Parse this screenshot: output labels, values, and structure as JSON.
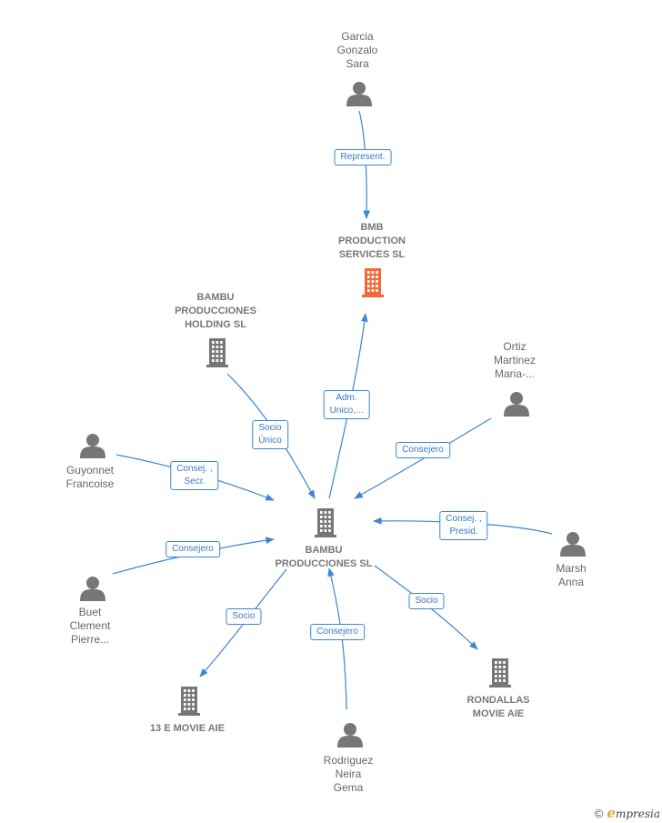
{
  "colors": {
    "edge": "#3a87d4",
    "edge_label": "#3a78c2",
    "company_icon": "#777777",
    "company_icon_highlight": "#f26a3a",
    "person_icon": "#777777"
  },
  "nodes": [
    {
      "id": "bmb",
      "type": "company",
      "highlight": true,
      "label_lines": [
        "BMB",
        "PRODUCTION",
        "SERVICES  SL"
      ],
      "icon": "building-icon"
    },
    {
      "id": "garcia",
      "type": "person",
      "label_lines": [
        "Garcia",
        "Gonzalo",
        "Sara"
      ],
      "icon": "person-icon"
    },
    {
      "id": "bambu_holding",
      "type": "company",
      "label_lines": [
        "BAMBU",
        "PRODUCCIONES",
        "HOLDING  SL"
      ],
      "icon": "building-icon"
    },
    {
      "id": "ortiz",
      "type": "person",
      "label_lines": [
        "Ortiz",
        "Martinez",
        "Maria-..."
      ],
      "icon": "person-icon"
    },
    {
      "id": "guyonnet",
      "type": "person",
      "label_lines": [
        "Guyonnet",
        "Francoise"
      ],
      "icon": "person-icon"
    },
    {
      "id": "bambu",
      "type": "company",
      "label_lines": [
        "BAMBU",
        "PRODUCCIONES SL"
      ],
      "icon": "building-icon"
    },
    {
      "id": "marsh",
      "type": "person",
      "label_lines": [
        "Marsh",
        "Anna"
      ],
      "icon": "person-icon"
    },
    {
      "id": "buet",
      "type": "person",
      "label_lines": [
        "Buet",
        "Clement",
        "Pierre..."
      ],
      "icon": "person-icon"
    },
    {
      "id": "movie13",
      "type": "company",
      "label_lines": [
        "13 E MOVIE  AIE"
      ],
      "icon": "building-icon"
    },
    {
      "id": "rondallas",
      "type": "company",
      "label_lines": [
        "RONDALLAS",
        "MOVIE AIE"
      ],
      "icon": "building-icon"
    },
    {
      "id": "rodriguez",
      "type": "person",
      "label_lines": [
        "Rodriguez",
        "Neira",
        "Gema"
      ],
      "icon": "person-icon"
    }
  ],
  "edges": [
    {
      "from": "garcia",
      "to": "bmb",
      "label_lines": [
        "Represent."
      ]
    },
    {
      "from": "bambu",
      "to": "bmb",
      "label_lines": [
        "Adm.",
        "Unico,..."
      ]
    },
    {
      "from": "bambu_holding",
      "to": "bambu",
      "label_lines": [
        "Socio",
        "Único"
      ]
    },
    {
      "from": "ortiz",
      "to": "bambu",
      "label_lines": [
        "Consejero"
      ]
    },
    {
      "from": "guyonnet",
      "to": "bambu",
      "label_lines": [
        "Consej. ,",
        "Secr."
      ]
    },
    {
      "from": "marsh",
      "to": "bambu",
      "label_lines": [
        "Consej. ,",
        "Presid."
      ]
    },
    {
      "from": "buet",
      "to": "bambu",
      "label_lines": [
        "Consejero"
      ]
    },
    {
      "from": "bambu",
      "to": "movie13",
      "label_lines": [
        "Socio"
      ]
    },
    {
      "from": "bambu",
      "to": "rondallas",
      "label_lines": [
        "Socio"
      ]
    },
    {
      "from": "rodriguez",
      "to": "bambu",
      "label_lines": [
        "Consejero"
      ]
    }
  ],
  "footer": {
    "copyright_symbol": "©",
    "brand_initial": "e",
    "brand_rest": "mpresia"
  }
}
